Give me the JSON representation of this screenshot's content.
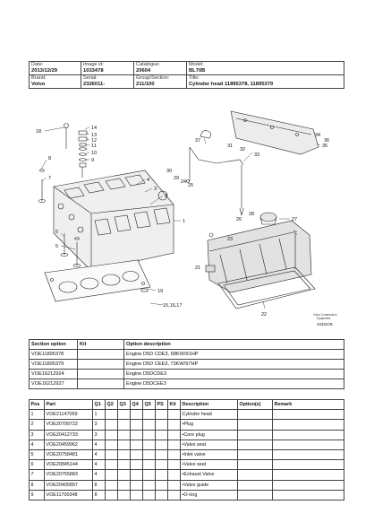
{
  "header": {
    "date_label": "Date:",
    "date": "2013/12/29",
    "image_id_label": "Image id:",
    "image_id": "1033478",
    "catalogue_label": "Catalogue:",
    "catalogue": "20604",
    "model_label": "Model:",
    "model": "BL70B",
    "brand_label": "Brand:",
    "brand": "Volvo",
    "serial_label": "Serial:",
    "serial": "2326011-",
    "group_label": "Group/Section:",
    "group": "211/100",
    "title_label": "Title:",
    "title": "Cylinder head 11895378, 11895379"
  },
  "diagram": {
    "credit_line1": "Volvo Construction",
    "credit_line2": "Equipment",
    "image_number": "1033478",
    "callouts": [
      "18",
      "14",
      "13",
      "12",
      "11",
      "10",
      "9",
      "8",
      "7",
      "6",
      "5",
      "4",
      "3",
      "2",
      "1",
      "37",
      "31",
      "32",
      "33",
      "34",
      "35",
      "36",
      "30",
      "29",
      "24",
      "25",
      "28",
      "26",
      "27",
      "23",
      "22",
      "21",
      "19",
      "15,16,17"
    ]
  },
  "sections": {
    "headers": [
      "Section option",
      "Kit",
      "Option description"
    ],
    "rows": [
      [
        "VOE11895378",
        "",
        "Engine D5D CDE3, 68KW/91HP"
      ],
      [
        "VOE11895379",
        "",
        "Engine D5D CEE3, 73KW/97HP"
      ],
      [
        "VOE16212924",
        "",
        "Engine D5DCDE3"
      ],
      [
        "VOE16212927",
        "",
        "Engine D5DCEE3"
      ]
    ]
  },
  "parts": {
    "headers": [
      "Pos",
      "Part",
      "Q1",
      "Q2",
      "Q3",
      "Q4",
      "Q5",
      "PS",
      "Kit",
      "Description",
      "Option(s)",
      "Remark"
    ],
    "rows": [
      [
        "1",
        "VOE21147059",
        "1",
        "",
        "",
        "",
        "",
        "",
        "",
        "Cylinder head",
        "",
        ""
      ],
      [
        "2",
        "VOE20799722",
        "3",
        "",
        "",
        "",
        "",
        "",
        "",
        "•Plug",
        "",
        ""
      ],
      [
        "3",
        "VOE20412733",
        "3",
        "",
        "",
        "",
        "",
        "",
        "",
        "•Core plug",
        "",
        ""
      ],
      [
        "4",
        "VOE20459962",
        "4",
        "",
        "",
        "",
        "",
        "",
        "",
        "•Valve seat",
        "",
        ""
      ],
      [
        "5",
        "VOE20758481",
        "4",
        "",
        "",
        "",
        "",
        "",
        "",
        "•Inlet valve",
        "",
        ""
      ],
      [
        "6",
        "VOE20845144",
        "4",
        "",
        "",
        "",
        "",
        "",
        "",
        "•Valve seat",
        "",
        ""
      ],
      [
        "7",
        "VOE20755883",
        "4",
        "",
        "",
        "",
        "",
        "",
        "",
        "•Exhaust Valve",
        "",
        ""
      ],
      [
        "8",
        "VOE20405897",
        "8",
        "",
        "",
        "",
        "",
        "",
        "",
        "•Valve guide",
        "",
        ""
      ],
      [
        "9",
        "VOE11700348",
        "8",
        "",
        "",
        "",
        "",
        "",
        "",
        "•O-ring",
        "",
        ""
      ]
    ]
  }
}
